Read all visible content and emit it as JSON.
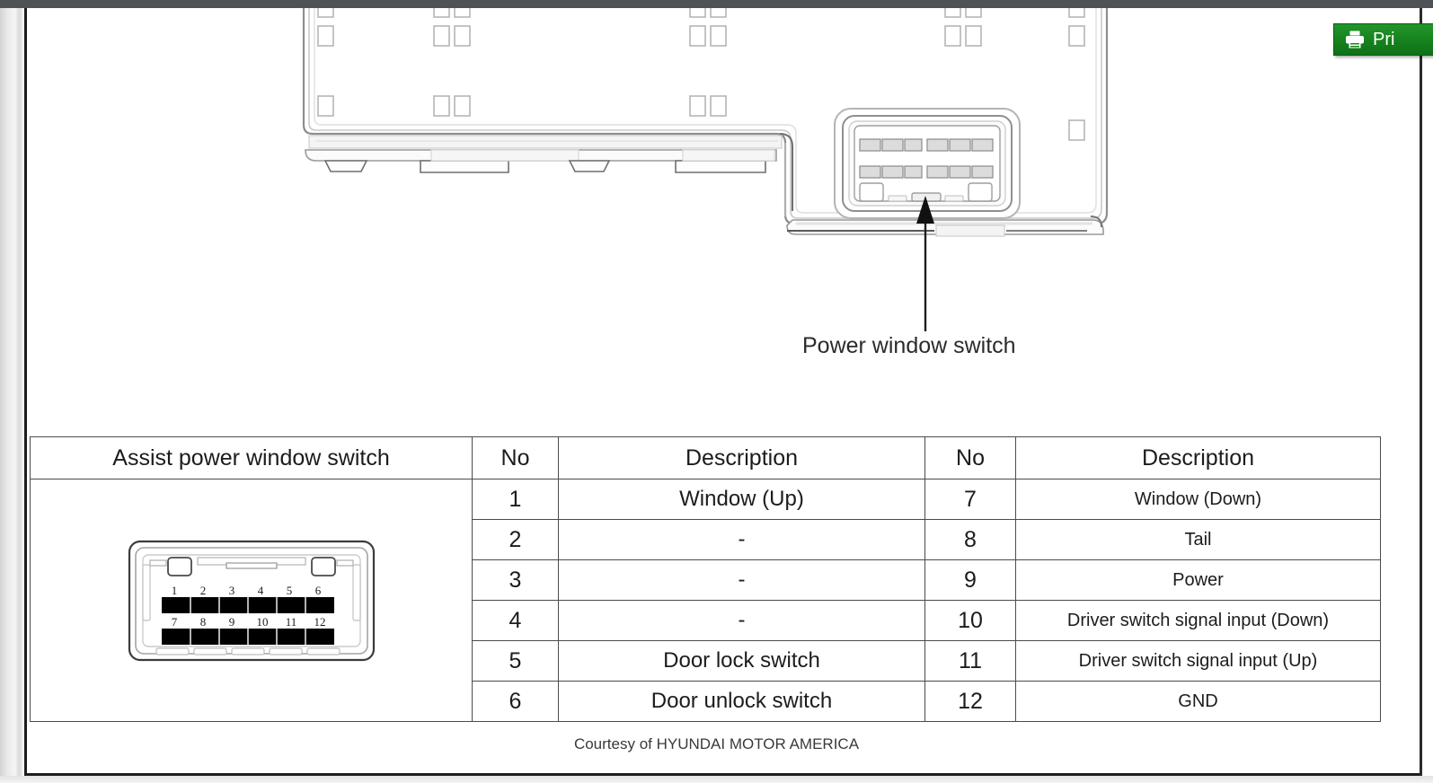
{
  "app": {
    "topbar_color": "#4e5257"
  },
  "print_button": {
    "label": "Pri",
    "icon": "printer-icon",
    "color": "#17841f"
  },
  "illustration": {
    "callout_label": "Power window switch",
    "subject": "door-trim-panel-with-power-window-switch-connector"
  },
  "table": {
    "headers": {
      "connector": "Assist power window switch",
      "no_left": "No",
      "description_left": "Description",
      "no_right": "No",
      "description_right": "Description"
    },
    "rows": [
      {
        "no_left": "1",
        "desc_left": "Window (Up)",
        "no_right": "7",
        "desc_right": "Window (Down)"
      },
      {
        "no_left": "2",
        "desc_left": "-",
        "no_right": "8",
        "desc_right": "Tail"
      },
      {
        "no_left": "3",
        "desc_left": "-",
        "no_right": "9",
        "desc_right": "Power"
      },
      {
        "no_left": "4",
        "desc_left": "-",
        "no_right": "10",
        "desc_right": "Driver switch signal input (Down)"
      },
      {
        "no_left": "5",
        "desc_left": "Door lock switch",
        "no_right": "11",
        "desc_right": "Driver switch signal input (Up)"
      },
      {
        "no_left": "6",
        "desc_left": "Door unlock switch",
        "no_right": "12",
        "desc_right": "GND"
      }
    ]
  },
  "connector": {
    "top_row_pins": [
      "1",
      "2",
      "3",
      "4",
      "5",
      "6"
    ],
    "bottom_row_pins": [
      "7",
      "8",
      "9",
      "10",
      "11",
      "12"
    ]
  },
  "footer": {
    "courtesy": "Courtesy of HYUNDAI MOTOR AMERICA"
  }
}
